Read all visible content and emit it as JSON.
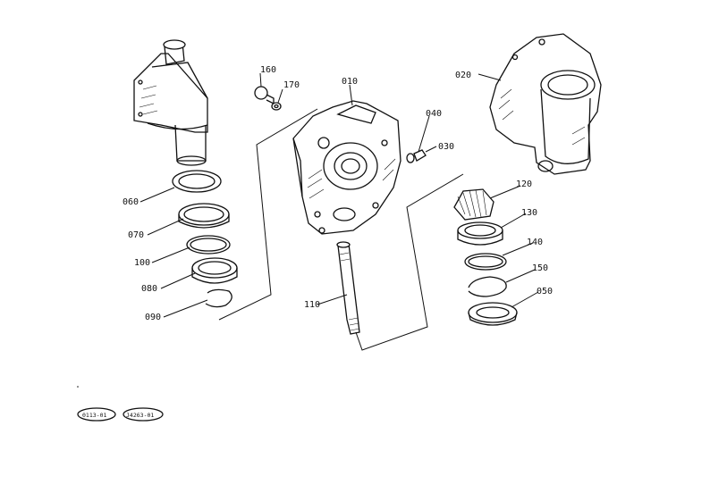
{
  "parts": {
    "p010": "010",
    "p020": "020",
    "p030": "030",
    "p040": "040",
    "p050": "050",
    "p060": "060",
    "p070": "070",
    "p080": "080",
    "p090": "090",
    "p100": "100",
    "p110": "110",
    "p120": "120",
    "p130": "130",
    "p140": "140",
    "p150": "150",
    "p160": "160",
    "p170": "170"
  },
  "reference": {
    "left": "0113-01",
    "right": "J4263-01"
  },
  "colors": {
    "ink": "#111111",
    "paper": "#ffffff"
  }
}
